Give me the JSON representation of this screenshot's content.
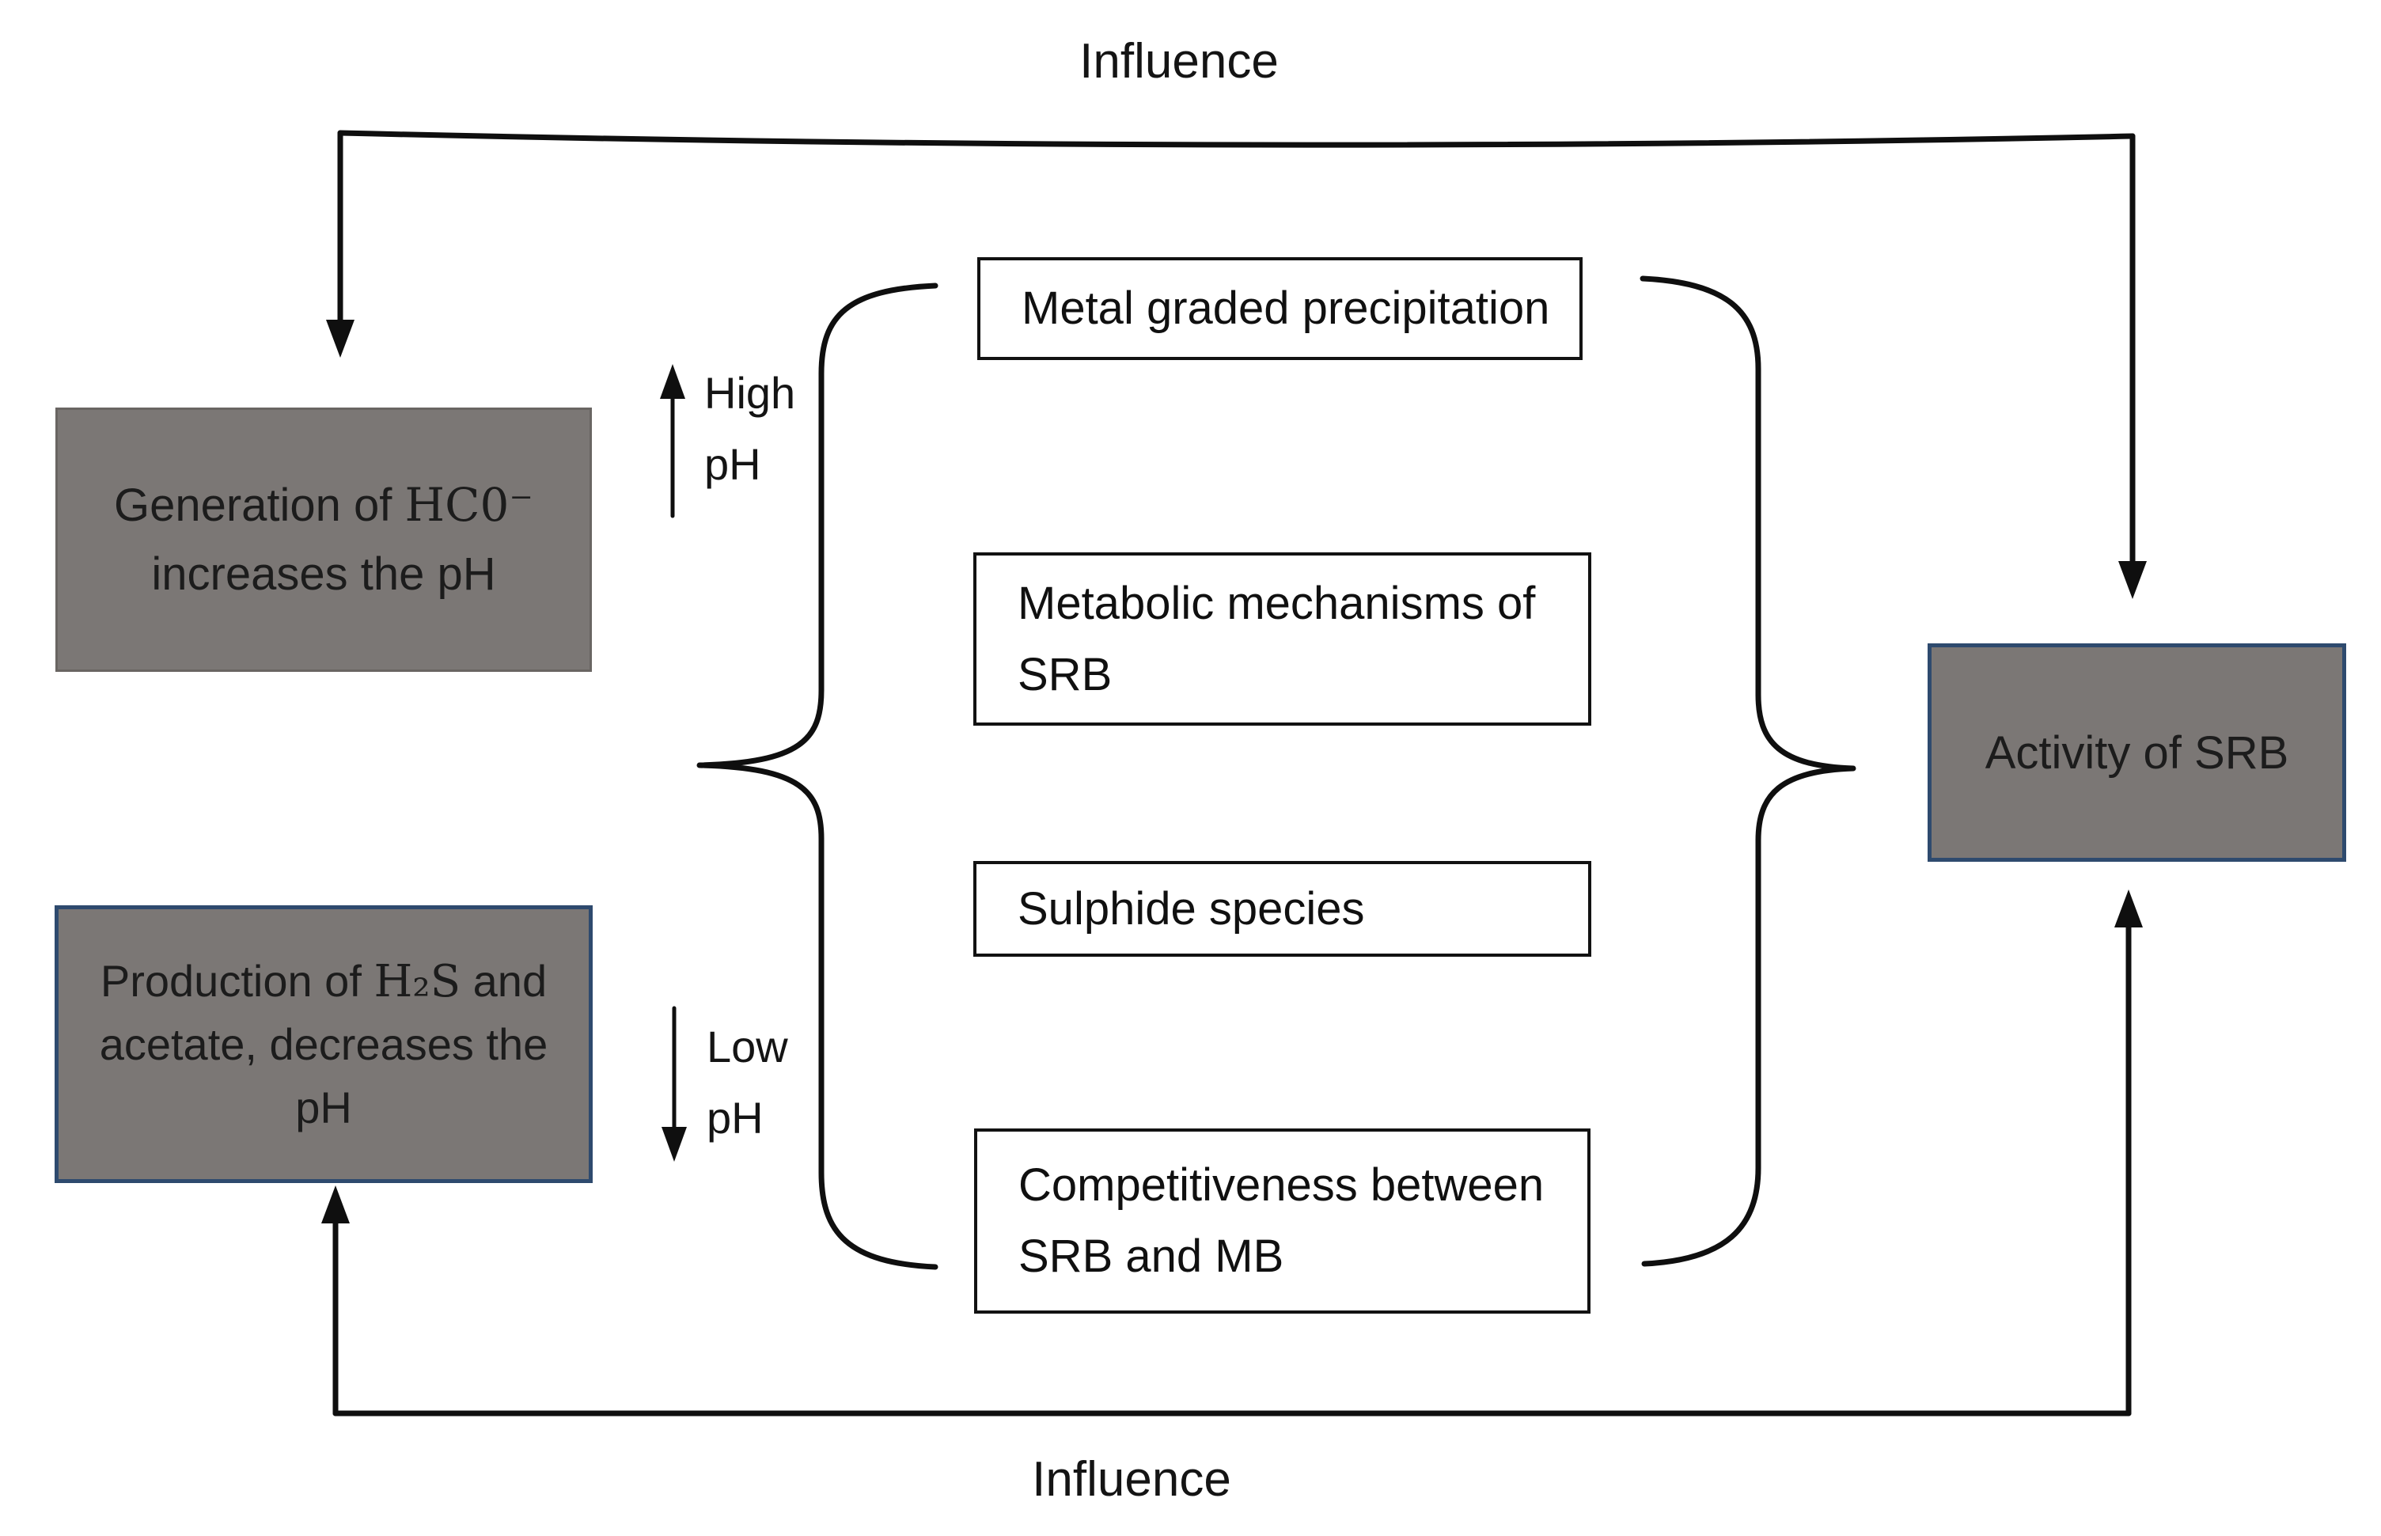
{
  "labels": {
    "influence_top": "Influence",
    "influence_bottom": "Influence",
    "high_ph_line1": "High",
    "high_ph_line2": "pH",
    "low_ph_line1": "Low",
    "low_ph_line2": "pH"
  },
  "left_boxes": {
    "generation": {
      "line1_prefix": "Generation of ",
      "line1_formula": "HC0⁻",
      "line2": "increases the pH"
    },
    "production": {
      "line1_prefix": "Production of ",
      "line1_formula": "H₂S",
      "line1_suffix": " and",
      "line2": "acetate, decreases the",
      "line3": "pH"
    }
  },
  "middle_boxes": [
    {
      "label": "Metal graded precipitation"
    },
    {
      "label": "Metabolic mechanisms of SRB"
    },
    {
      "label": "Sulphide species"
    },
    {
      "label": "Competitiveness between SRB and MB"
    }
  ],
  "right_box": {
    "label": "Activity of SRB"
  },
  "colors": {
    "box_gray_fill": "#7b7775",
    "navy_border": "#2e4a6e",
    "white_box_border": "#121212",
    "line_black": "#0f0f0f",
    "background": "#ffffff"
  }
}
